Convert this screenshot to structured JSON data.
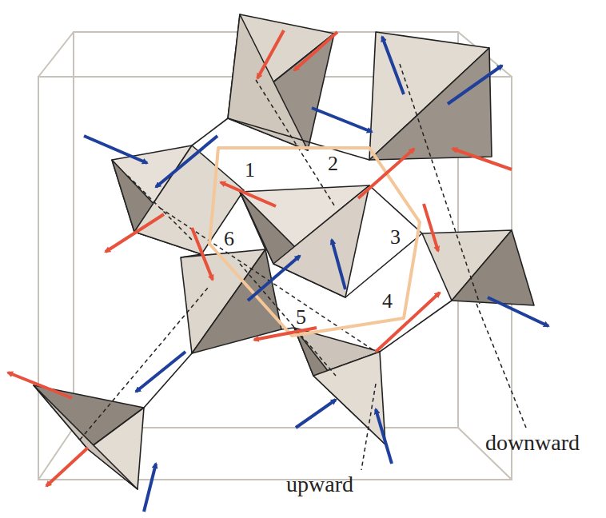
{
  "diagram": {
    "labels": [
      "1",
      "2",
      "3",
      "4",
      "5",
      "6",
      "upward",
      "downward"
    ]
  }
}
